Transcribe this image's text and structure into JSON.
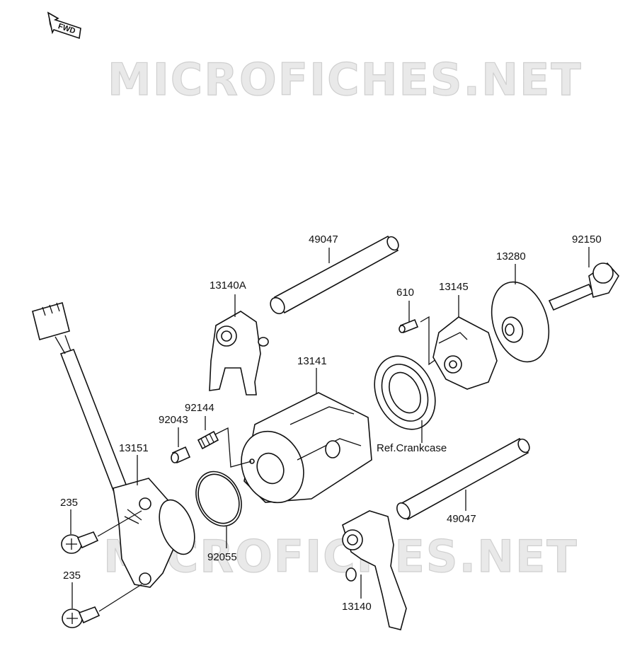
{
  "watermark": "MICROFICHES.NET",
  "direction_badge": "FWD",
  "labels": {
    "p49047_top": "49047",
    "p13140A": "13140A",
    "p610": "610",
    "p13145": "13145",
    "p13280": "13280",
    "p92150": "92150",
    "p13141": "13141",
    "p92144": "92144",
    "p92043": "92043",
    "p13151": "13151",
    "p235_top": "235",
    "p235_bottom": "235",
    "p92055": "92055",
    "ref_crankcase": "Ref.Crankcase",
    "p49047_bottom": "49047",
    "p13140": "13140"
  }
}
